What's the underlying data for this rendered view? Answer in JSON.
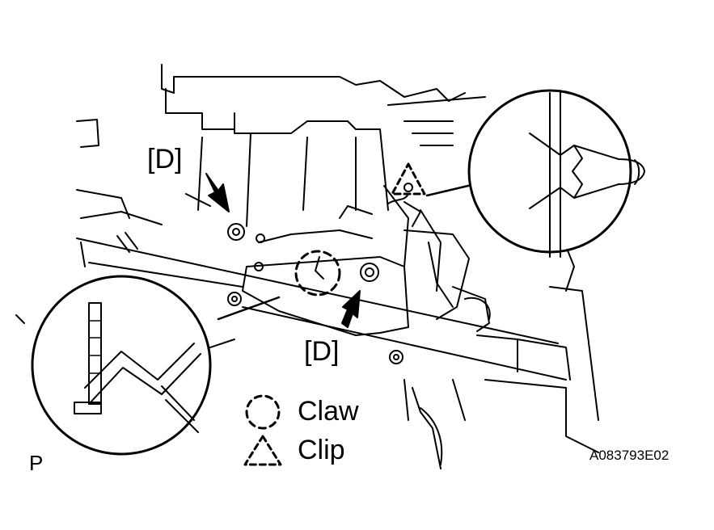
{
  "callouts": {
    "d_upper": "[D]",
    "d_lower": "[D]"
  },
  "legend": {
    "claw": "Claw",
    "clip": "Clip"
  },
  "corner_letter": "P",
  "figure_code": "A083793E02"
}
